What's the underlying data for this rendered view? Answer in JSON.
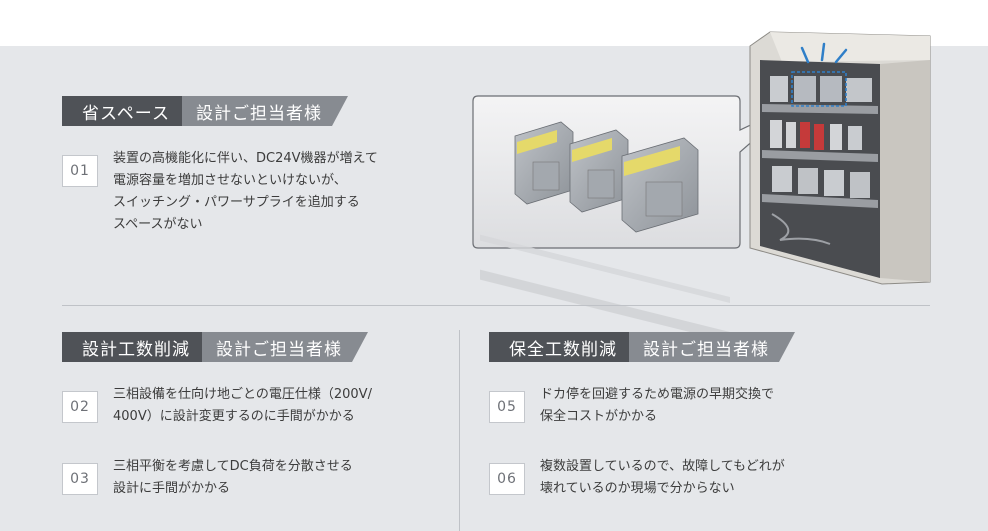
{
  "section1": {
    "tag_main": "省スペース",
    "tag_sub": "設計ご担当者様",
    "items": [
      {
        "num": "01",
        "lines": [
          "装置の高機能化に伴い、DC24V機器が増えて",
          "電源容量を増加させないといけないが、",
          "スイッチング・パワーサプライを追加する",
          "スペースがない"
        ]
      }
    ]
  },
  "section2": {
    "tag_main": "設計工数削減",
    "tag_sub": "設計ご担当者様",
    "items": [
      {
        "num": "02",
        "lines": [
          "三相設備を仕向け地ごとの電圧仕様（200V/",
          "400V）に設計変更するのに手間がかかる"
        ]
      },
      {
        "num": "03",
        "lines": [
          "三相平衡を考慮してDC負荷を分散させる",
          "設計に手間がかかる"
        ]
      }
    ]
  },
  "section3": {
    "tag_main": "保全工数削減",
    "tag_sub": "設計ご担当者様",
    "items": [
      {
        "num": "05",
        "lines": [
          "ドカ停を回避するため電源の早期交換で",
          "保全コストがかかる"
        ]
      },
      {
        "num": "06",
        "lines": [
          "複数設置しているので、故障してもどれが",
          "壊れているのか現場で分からない"
        ]
      }
    ]
  },
  "colors": {
    "panel": "#e5e7ea",
    "tag_dark": "#4f5257",
    "tag_light": "#878b91",
    "accent_blue": "#2f7fc8"
  }
}
